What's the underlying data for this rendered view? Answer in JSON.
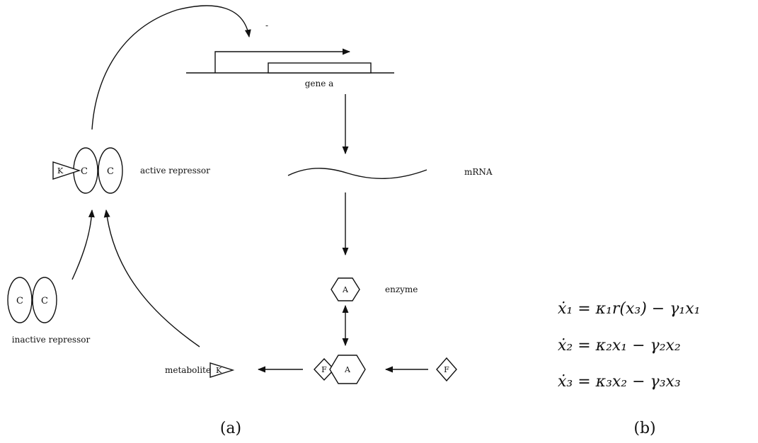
{
  "diagram": {
    "gene_label": "gene a",
    "mrna_label": "mRNA",
    "enzyme_label": "enzyme",
    "active_repressor_label": "active repressor",
    "inactive_repressor_label": "inactive repressor",
    "metabolite_label": "metabolite",
    "repressor_unit": "C",
    "metabolite_symbol": "K",
    "enzyme_symbol": "A",
    "substrate_symbol": "F",
    "minus_mark": "-"
  },
  "equations": {
    "eq1": "ẋ₁ = κ₁r(x₃) − γ₁x₁",
    "eq2": "ẋ₂ = κ₂x₁ − γ₂x₂",
    "eq3": "ẋ₃ = κ₃x₂ − γ₃x₃"
  },
  "captions": {
    "a": "(a)",
    "b": "(b)"
  }
}
